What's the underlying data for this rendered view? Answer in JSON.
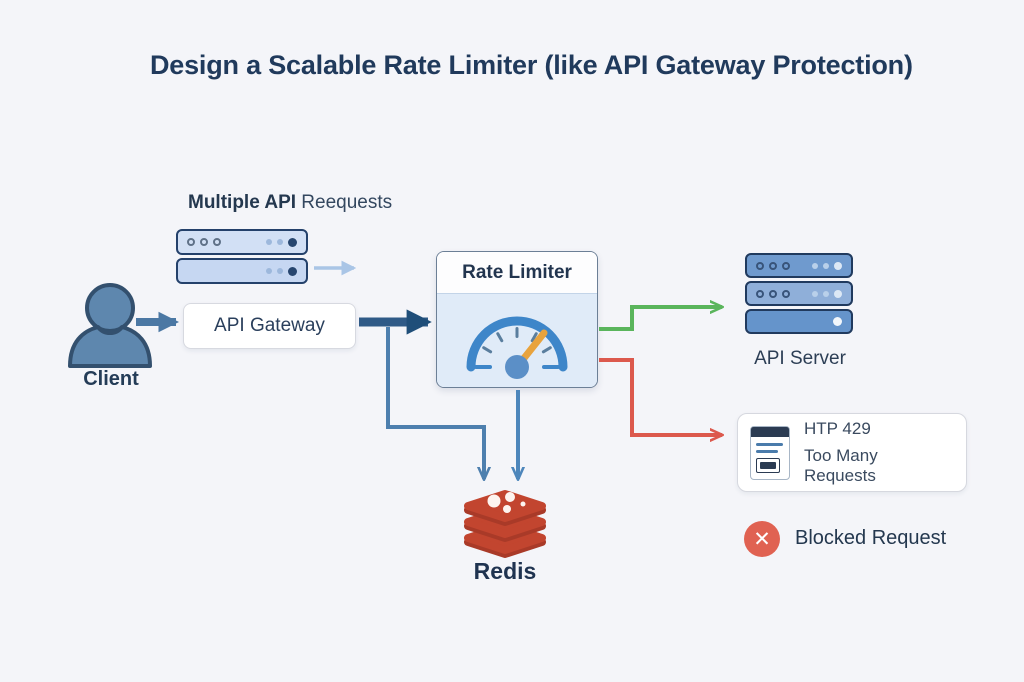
{
  "title": "Design a Scalable Rate Limiter (like API Gateway Protection)",
  "nodes": {
    "requests_label": {
      "bold": "Multiple API",
      "rest": " Reequests"
    },
    "client": {
      "label": "Client"
    },
    "api_gateway": {
      "label": "API Gateway"
    },
    "rate_limiter": {
      "label": "Rate Limiter",
      "icon": "gauge-icon"
    },
    "api_server": {
      "label": "API Server"
    },
    "redis": {
      "label": "Redis"
    },
    "http429": {
      "line1": "HTP 429",
      "line2": "Too Many Requests",
      "icon": "error-page-icon"
    },
    "blocked": {
      "label": "Blocked Request",
      "x_glyph": "✕",
      "icon": "blocked-x-icon"
    }
  },
  "edges": [
    {
      "from": "multiple-api-requests",
      "to": "rate-limiter",
      "color": "#a9c5e6"
    },
    {
      "from": "client",
      "to": "api-gateway",
      "color": "#4b78a4"
    },
    {
      "from": "api-gateway",
      "to": "rate-limiter",
      "color": "#1f4e79"
    },
    {
      "from": "api-gateway",
      "to": "redis",
      "color": "#4d7fae"
    },
    {
      "from": "rate-limiter",
      "to": "redis",
      "color": "#4d86bb"
    },
    {
      "from": "rate-limiter",
      "to": "api-server",
      "meaning": "allowed",
      "color": "#5ab55c"
    },
    {
      "from": "rate-limiter",
      "to": "http-429",
      "meaning": "blocked",
      "color": "#dc594d"
    }
  ],
  "colors": {
    "background": "#f4f5f9",
    "title_text": "#203a5c",
    "steel_blue": "#5e87ae",
    "allowed_green": "#5ab55c",
    "blocked_red": "#dc594d",
    "blocked_badge": "#e06252",
    "redis_red": "#c2452f",
    "gauge_blue": "#3e86c9",
    "gauge_needle_orange": "#e8a33d"
  }
}
